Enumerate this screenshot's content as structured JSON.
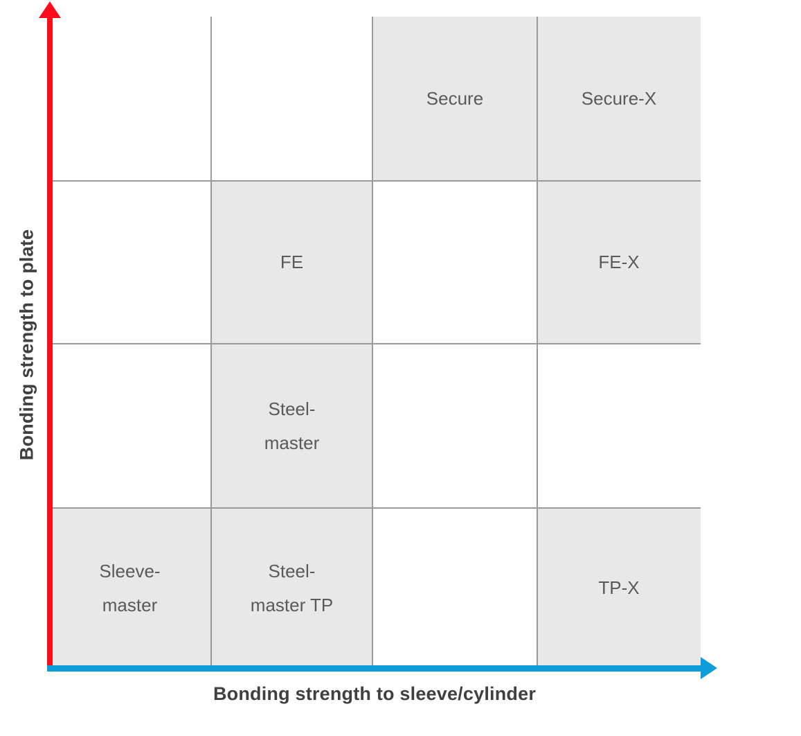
{
  "chart_data": {
    "type": "table",
    "title": "",
    "xlabel": "Bonding strength to sleeve/cylinder",
    "ylabel": "Bonding strength to plate",
    "grid": true,
    "x_axis_color": "#0d9ddb",
    "y_axis_color": "#fc0d1b",
    "cell_fill_color": "#e8e8e8",
    "cell_border_color": "#9a9a9a",
    "text_color": "#5a5a5a",
    "axis_label_color": "#404040",
    "columns": 4,
    "rows": 4,
    "categories": [
      "col-1",
      "col-2",
      "col-3",
      "col-4"
    ],
    "row_categories": [
      "row-1-highest",
      "row-2",
      "row-3",
      "row-4-lowest"
    ],
    "cells": [
      {
        "row": 1,
        "col": 1,
        "label": "",
        "filled": false
      },
      {
        "row": 1,
        "col": 2,
        "label": "",
        "filled": false
      },
      {
        "row": 1,
        "col": 3,
        "label": "Secure",
        "filled": true
      },
      {
        "row": 1,
        "col": 4,
        "label": "Secure-X",
        "filled": true
      },
      {
        "row": 2,
        "col": 1,
        "label": "",
        "filled": false
      },
      {
        "row": 2,
        "col": 2,
        "label": "FE",
        "filled": true
      },
      {
        "row": 2,
        "col": 3,
        "label": "",
        "filled": false
      },
      {
        "row": 2,
        "col": 4,
        "label": "FE-X",
        "filled": true
      },
      {
        "row": 3,
        "col": 1,
        "label": "",
        "filled": false
      },
      {
        "row": 3,
        "col": 2,
        "label": "Steel-\nmaster",
        "filled": true
      },
      {
        "row": 3,
        "col": 3,
        "label": "",
        "filled": false
      },
      {
        "row": 3,
        "col": 4,
        "label": "",
        "filled": false
      },
      {
        "row": 4,
        "col": 1,
        "label": "Sleeve-\nmaster",
        "filled": true
      },
      {
        "row": 4,
        "col": 2,
        "label": "Steel-\nmaster TP",
        "filled": true
      },
      {
        "row": 4,
        "col": 3,
        "label": "",
        "filled": false
      },
      {
        "row": 4,
        "col": 4,
        "label": "TP-X",
        "filled": true
      }
    ]
  },
  "axes": {
    "x_title": "Bonding strength to sleeve/cylinder",
    "y_title": "Bonding strength to plate"
  }
}
